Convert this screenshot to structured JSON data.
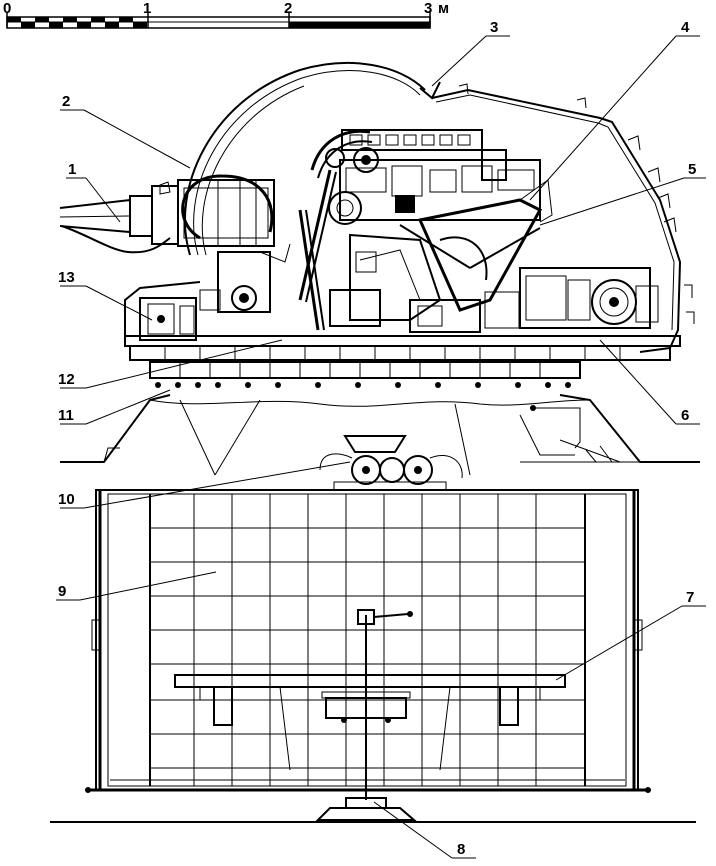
{
  "scale_bar": {
    "ticks": [
      "0",
      "1",
      "2",
      "3"
    ],
    "unit": "м"
  },
  "callouts": [
    "1",
    "2",
    "3",
    "4",
    "5",
    "6",
    "7",
    "8",
    "9",
    "10",
    "11",
    "12",
    "13"
  ]
}
